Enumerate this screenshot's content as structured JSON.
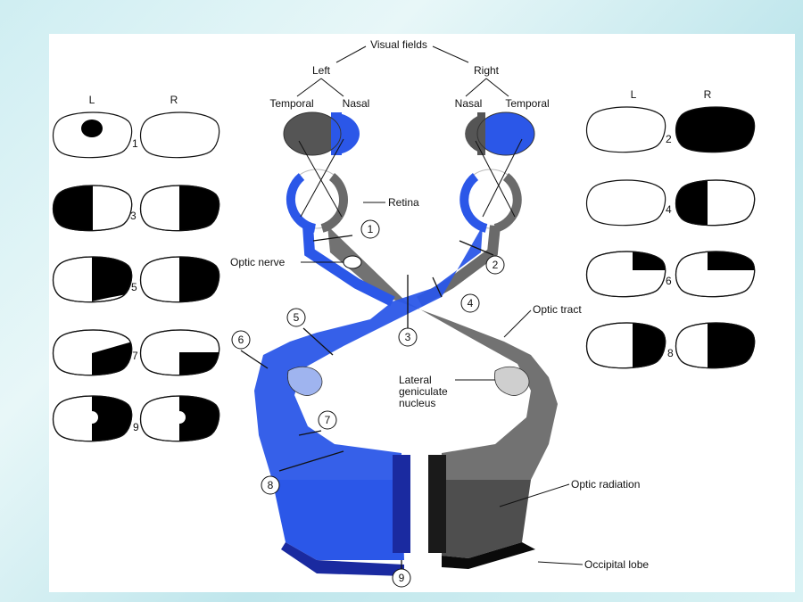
{
  "labels": {
    "visual_fields": "Visual fields",
    "left": "Left",
    "right": "Right",
    "temporal_left": "Temporal",
    "nasal_left": "Nasal",
    "nasal_right": "Nasal",
    "temporal_right": "Temporal",
    "retina": "Retina",
    "optic_nerve": "Optic nerve",
    "optic_tract": "Optic tract",
    "lgn_line1": "Lateral",
    "lgn_line2": "geniculate",
    "lgn_line3": "nucleus",
    "optic_radiation": "Optic radiation",
    "occipital_lobe": "Occipital lobe"
  },
  "field_headers": {
    "left_col_L": "L",
    "left_col_R": "R",
    "right_col_L": "L",
    "right_col_R": "R"
  },
  "lesion_numbers": [
    "1",
    "2",
    "3",
    "4",
    "5",
    "6",
    "7",
    "8",
    "9"
  ],
  "colors": {
    "blue": "#2b57e8",
    "dark_blue": "#1a2aa0",
    "gray": "#6a6a6a",
    "black": "#0a0a0a"
  }
}
